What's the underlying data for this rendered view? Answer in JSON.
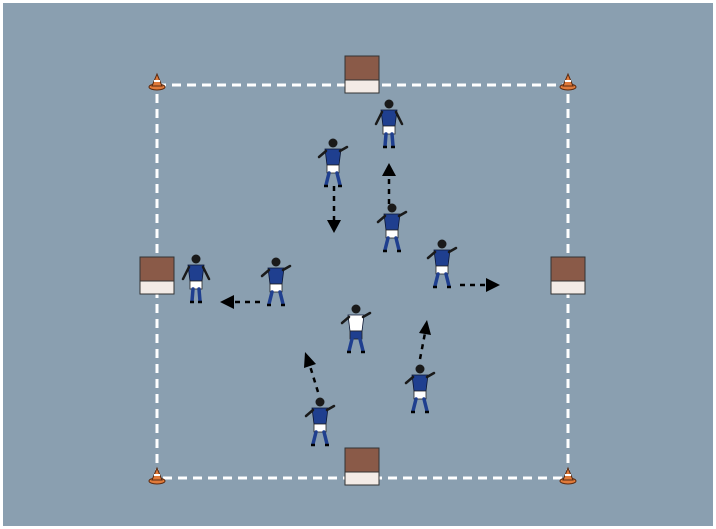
{
  "diagram": {
    "background_color": "#8a9fb0",
    "frame_color": "#ffffff",
    "boundary_color": "#ffffff",
    "boundary_style": "dashed",
    "cone_colors": {
      "base": "#e07a3a",
      "stripe": "#ffffff",
      "outline": "#5a2a10"
    },
    "gate_colors": {
      "top": "#8a5a48",
      "bottom": "#f3ebe6",
      "outline": "#333333"
    },
    "team_colors": {
      "blue": {
        "shirt": "#1f3f8f",
        "shorts": "#ffffff",
        "socks": "#1f3f8f",
        "skin": "#1a1a1a"
      },
      "white": {
        "shirt": "#ffffff",
        "shorts": "#1f3f8f",
        "socks": "#1f3f8f",
        "skin": "#1a1a1a"
      }
    },
    "cones": [
      "top-left",
      "top-right",
      "bottom-left",
      "bottom-right"
    ],
    "gates": [
      "top",
      "left",
      "right",
      "bottom"
    ],
    "players": [
      {
        "team": "blue",
        "position": "top-gate-keeper",
        "pose": "standing"
      },
      {
        "team": "blue",
        "position": "upper-center-left",
        "pose": "running"
      },
      {
        "team": "blue",
        "position": "upper-center",
        "pose": "running"
      },
      {
        "team": "blue",
        "position": "left-gate-keeper",
        "pose": "standing"
      },
      {
        "team": "blue",
        "position": "left-center",
        "pose": "running"
      },
      {
        "team": "blue",
        "position": "right-center",
        "pose": "running"
      },
      {
        "team": "white",
        "position": "center",
        "pose": "running"
      },
      {
        "team": "blue",
        "position": "lower-center-right",
        "pose": "running"
      },
      {
        "team": "blue",
        "position": "bottom-center",
        "pose": "running"
      }
    ],
    "movement_arrows": [
      "down",
      "up",
      "left",
      "right",
      "up-right",
      "up-left"
    ]
  }
}
